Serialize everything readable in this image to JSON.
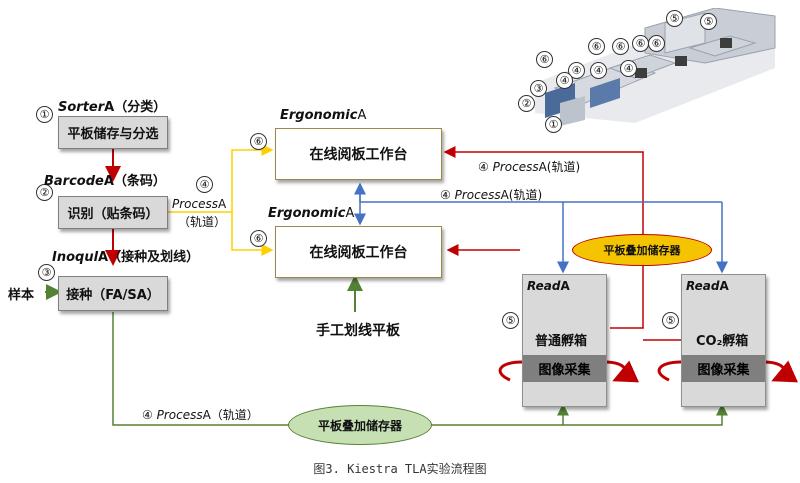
{
  "sorter": {
    "num": "①",
    "title": "Sorter",
    "title_suffix": "A（分类）",
    "box": "平板储存与分选"
  },
  "barcode": {
    "num": "②",
    "title": "Barcode",
    "title_suffix": "A（条码）",
    "box": "识别（贴条码）"
  },
  "inoqul": {
    "num": "③",
    "title": "Inoqul",
    "title_suffix": "A（接种及划线）",
    "box": "接种（FA/SA）",
    "input_label": "样本"
  },
  "process_left": {
    "num": "④",
    "title": "Process",
    "title_suffix": "A",
    "sub": "（轨道）"
  },
  "ergo_top": {
    "num": "⑥",
    "title": "Ergonomic",
    "title_suffix": "A",
    "box": "在线阅板工作台"
  },
  "ergo_bottom": {
    "num": "⑥",
    "title": "Ergonomic",
    "title_suffix": "A",
    "box": "在线阅板工作台"
  },
  "manual_label": "手工划线平板",
  "process_top": {
    "num": "④",
    "title": "Process",
    "title_suffix": "A(轨道)"
  },
  "process_mid": {
    "num": "④",
    "title": "Process",
    "title_suffix": "A(轨道)"
  },
  "process_bottom": {
    "num": "④",
    "title": "Process",
    "title_suffix": "A（轨道）"
  },
  "stacker_upper": "平板叠加储存器",
  "stacker_lower": "平板叠加储存器",
  "read_left": {
    "title": "Read",
    "title_suffix": "A",
    "num": "⑤",
    "name": "普通孵箱",
    "imaging": "图像采集"
  },
  "read_right": {
    "title": "Read",
    "title_suffix": "A",
    "num": "⑤",
    "name": "CO₂孵箱",
    "imaging": "图像采集"
  },
  "machine_numbers": [
    "⑤",
    "⑤",
    "⑥",
    "⑥",
    "⑥",
    "⑥",
    "⑥",
    "④",
    "④",
    "④",
    "④",
    "③",
    "②",
    "①"
  ],
  "caption": "图3. Kiestra TLA实验流程图",
  "colors": {
    "red": "#c00000",
    "blue": "#4472c4",
    "green": "#548235",
    "yellow": "#ffe600",
    "oval_yellow": "#f5c400",
    "oval_green": "#c6e0b4"
  }
}
